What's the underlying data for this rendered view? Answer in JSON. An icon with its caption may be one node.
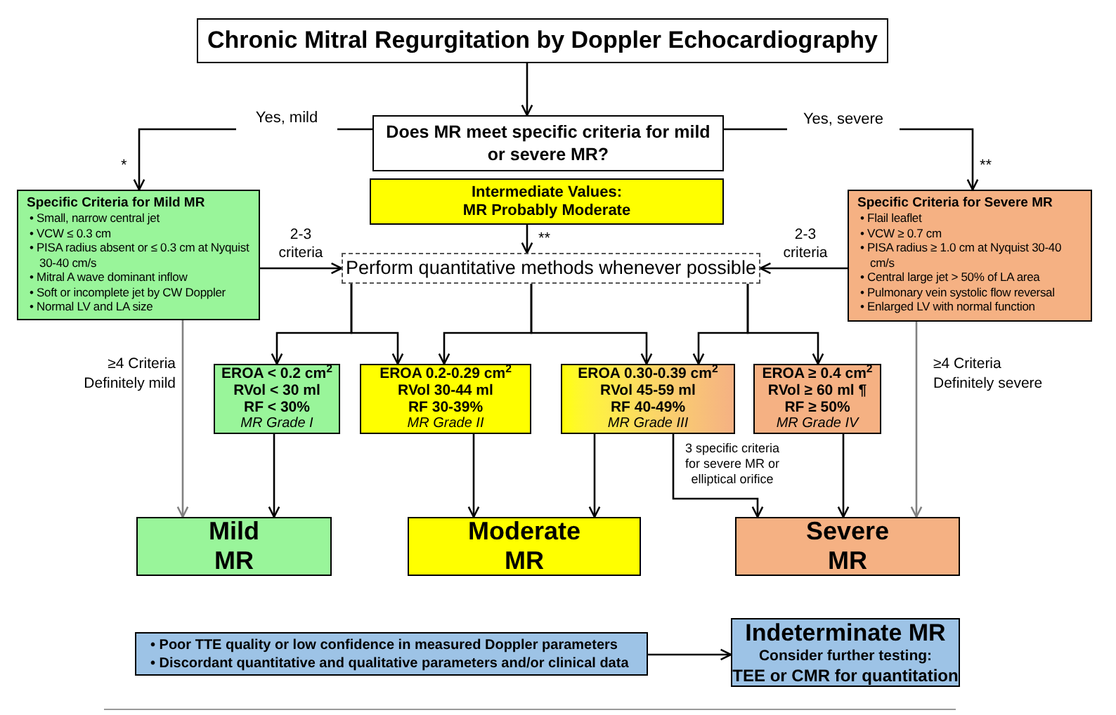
{
  "diagram": {
    "nodes": [
      {
        "text": [
          "Chronic Mitral Regurgitation by Doppler Echocardiography"
        ]
      },
      {
        "text": [
          "Does MR meet specific criteria for mild or severe MR?"
        ]
      },
      {
        "text": [
          "Intermediate Values:",
          "MR Probably Moderate"
        ]
      },
      {
        "text": [
          "Specific Criteria for Mild MR",
          "• Small, narrow central jet",
          "• VCW ≤ 0.3 cm",
          "• PISA radius absent or ≤ 0.3 cm at Nyquist 30-40 cm/s",
          "• Mitral A wave dominant inflow",
          "• Soft or incomplete jet by CW Doppler",
          "• Normal LV and LA size"
        ]
      },
      {
        "text": [
          "Specific Criteria for Severe MR",
          "• Flail leaflet",
          "• VCW ≥ 0.7 cm",
          "• PISA radius ≥ 1.0 cm at Nyquist 30-40 cm/s",
          "• Central large jet > 50% of LA area",
          "• Pulmonary vein systolic flow reversal",
          "• Enlarged LV with normal function"
        ]
      },
      {
        "text": [
          "Perform quantitative methods whenever possible"
        ]
      },
      {
        "text": [
          "EROA < 0.2 cm$^{2}$",
          "RVol < 30 ml",
          "RF < 30%",
          "MR Grade I"
        ]
      },
      {
        "text": [
          "EROA 0.2-0.29 cm$^{2}$",
          "RVol 30-44 ml",
          "RF 30-39%",
          "MR Grade II"
        ]
      },
      {
        "text": [
          "EROA 0.30-0.39 cm$^{2}$",
          "RVol 45-59 ml",
          "RF 40-49%",
          "MR Grade III"
        ]
      },
      {
        "text": [
          "EROA ≥ 0.4 cm$^{2}$",
          "RVol ≥ 60 ml ¶",
          "RF ≥ 50%",
          "MR Grade IV"
        ]
      },
      {
        "text": [
          "Mild MR"
        ]
      },
      {
        "text": [
          "Moderate MR"
        ]
      },
      {
        "text": [
          "Severe MR"
        ]
      },
      {
        "text": [
          "• Poor TTE quality or low confidence in measured Doppler parameters",
          "• Discordant quantitative and qualitative parameters and/or clinical data"
        ]
      },
      {
        "text": [
          "Indeterminate MR",
          "Consider further testing:",
          "TEE or CMR for quantitation"
        ]
      }
    ],
    "edges": [
      {
        "from": 0,
        "to": 1,
        "arrow": "to"
      },
      {
        "from": 1,
        "to": 3,
        "arrow": "to",
        "label": "Yes, mild"
      },
      {
        "from": 1,
        "to": 4,
        "arrow": "to",
        "label": "Yes, severe"
      },
      {
        "from": 2,
        "to": 5,
        "arrow": "to"
      },
      {
        "from": 3,
        "to": 5,
        "arrow": "to",
        "label": "2-3 criteria"
      },
      {
        "from": 4,
        "to": 5,
        "arrow": "to",
        "label": "2-3 criteria"
      },
      {
        "from": 5,
        "to": 6,
        "arrow": "to"
      },
      {
        "from": 5,
        "to": 7,
        "arrow": "to"
      },
      {
        "from": 5,
        "to": 7,
        "arrow": "to"
      },
      {
        "from": 5,
        "to": 8,
        "arrow": "to"
      },
      {
        "from": 5,
        "to": 8,
        "arrow": "to"
      },
      {
        "from": 5,
        "to": 9,
        "arrow": "to"
      },
      {
        "from": 3,
        "to": 10,
        "arrow": "to",
        "label": "≥4 Criteria Definitely mild",
        "color": "#808080"
      },
      {
        "from": 6,
        "to": 10,
        "arrow": "to"
      },
      {
        "from": 7,
        "to": 11,
        "arrow": "to"
      },
      {
        "from": 8,
        "to": 11,
        "arrow": "to"
      },
      {
        "from": 8,
        "to": 12,
        "arrow": "to",
        "label": "3 specific criteria for severe MR or elliptical orifice"
      },
      {
        "from": 9,
        "to": 12,
        "arrow": "to"
      },
      {
        "from": 4,
        "to": 12,
        "arrow": "to",
        "label": "≥4 Criteria Definitely severe",
        "color": "#808080"
      },
      {
        "from": 13,
        "to": 14,
        "arrow": "to"
      }
    ],
    "labels": [
      "*",
      "**",
      "**"
    ]
  }
}
